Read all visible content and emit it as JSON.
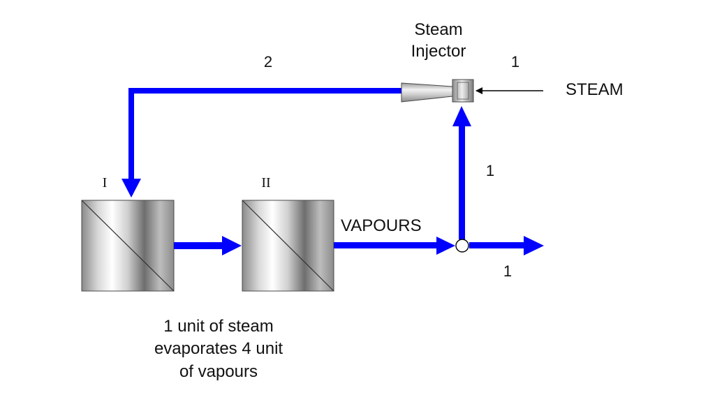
{
  "injector": {
    "label_line1": "Steam",
    "label_line2": "Injector"
  },
  "streams": {
    "recycle_flow": "2",
    "steam_flow": "1",
    "steam_label": "STEAM",
    "riser_flow": "1",
    "vapours_label": "VAPOURS",
    "outlet_flow": "1"
  },
  "effects": {
    "first_label": "I",
    "second_label": "II"
  },
  "note": {
    "line1": "1 unit of steam",
    "line2": "evaporates 4 unit",
    "line3": "of vapours"
  },
  "colors": {
    "pipe": "#0000ff",
    "steam_line": "#000000",
    "vessel_edge": "#4a4a4a",
    "text": "#111111"
  }
}
